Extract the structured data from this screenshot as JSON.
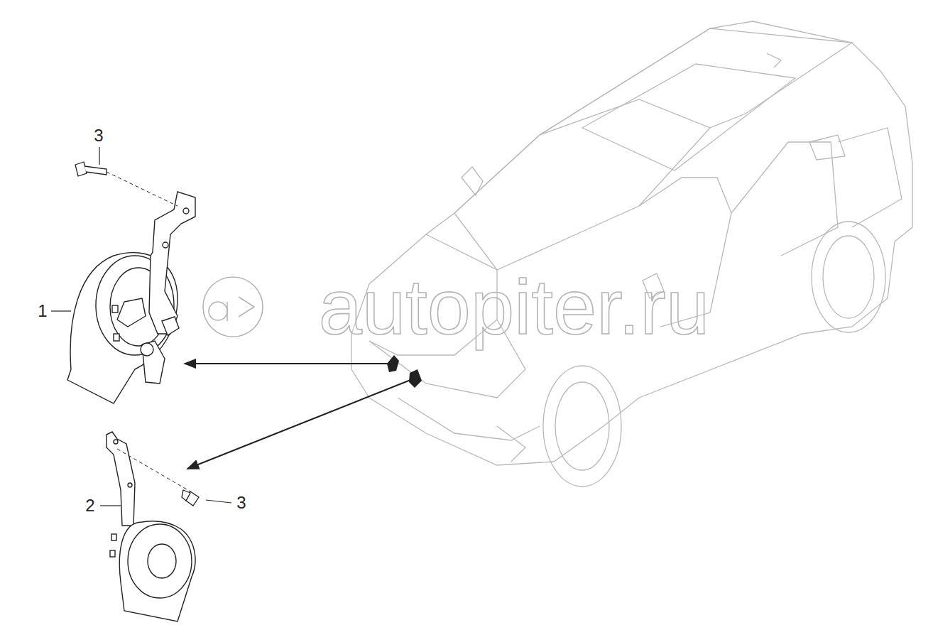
{
  "diagram": {
    "labels": [
      "3",
      "1",
      "2",
      "3",
      "autopiter.ru"
    ]
  }
}
